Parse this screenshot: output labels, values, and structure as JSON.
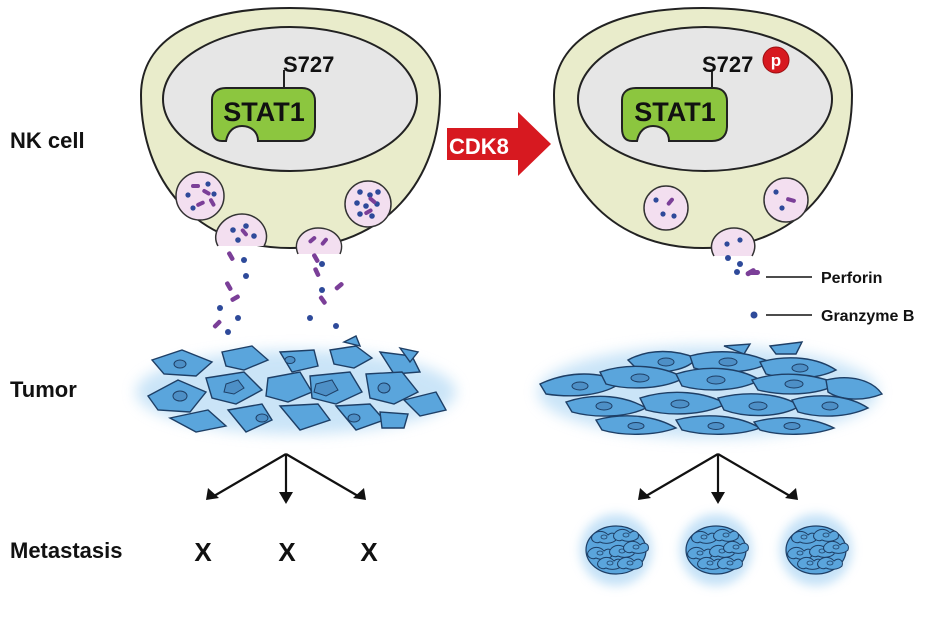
{
  "row_labels": {
    "nk_cell": "NK cell",
    "tumor": "Tumor",
    "metastasis": "Metastasis"
  },
  "stat1_label": "STAT1",
  "serine_site": "S727",
  "phospho_badge": "p",
  "kinase_arrow_label": "CDK8",
  "legend": {
    "perforin": "Perforin",
    "granzyme_b": "Granzyme B"
  },
  "metastasis_marks": [
    "X",
    "X",
    "X"
  ],
  "colors": {
    "cell_cytoplasm": "#e9eccb",
    "nucleus": "#e6e6e6",
    "stat1_green": "#8cc63f",
    "kinase_arrow": "#d71920",
    "granule_fill": "#f3dff0",
    "perforin_purple": "#7b3f98",
    "granzyme_blue": "#2e4a9a",
    "tumor_blue": "#5aa5dc"
  }
}
